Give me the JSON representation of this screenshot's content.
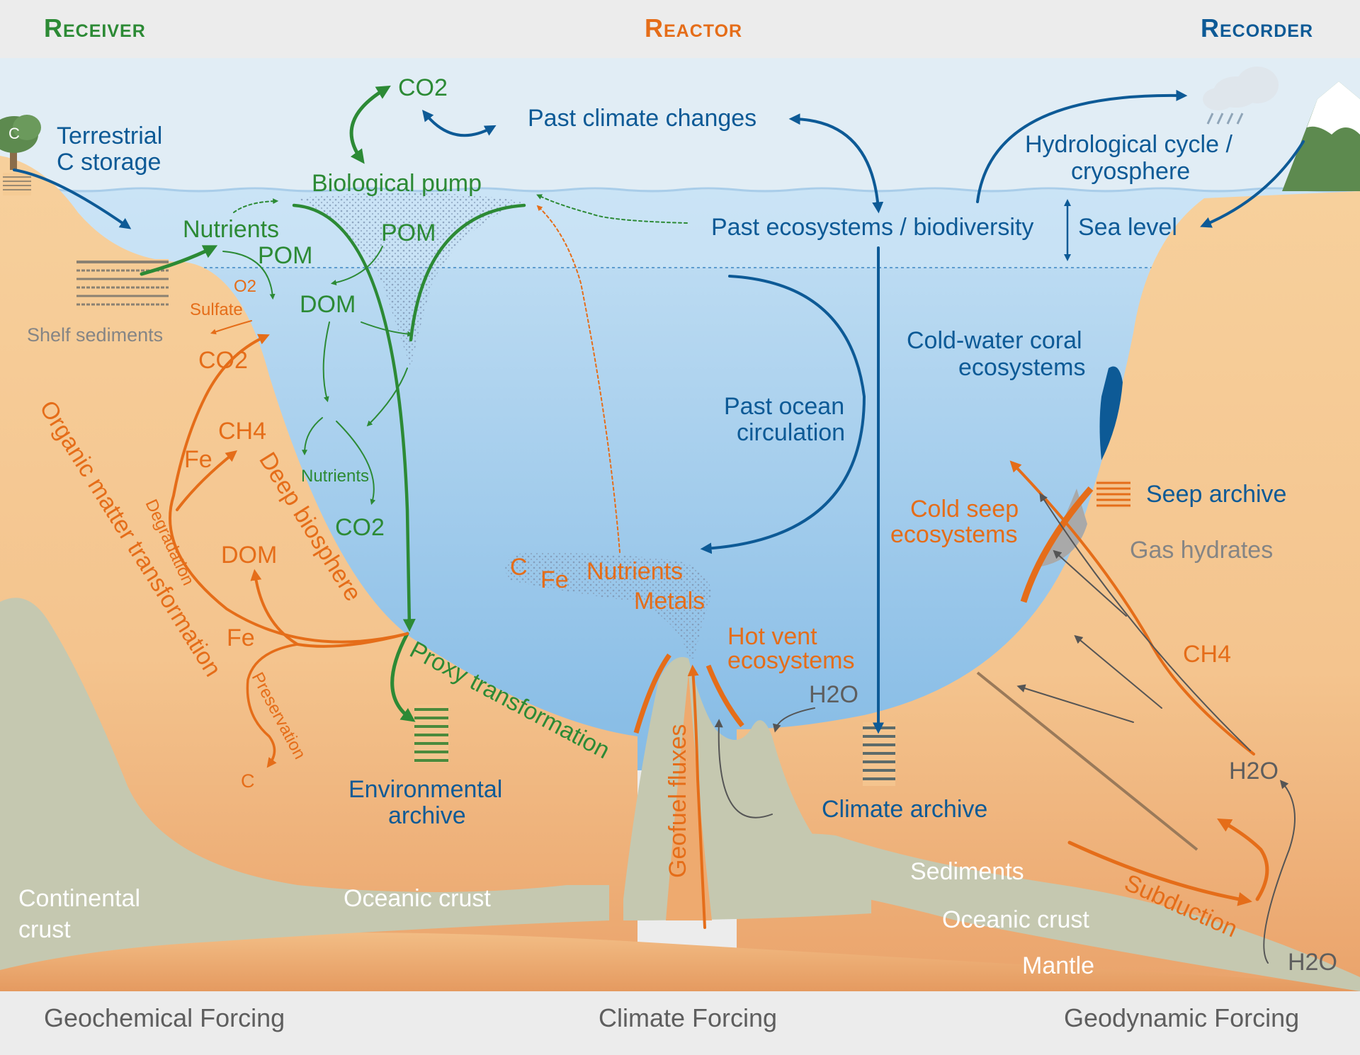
{
  "headers": {
    "receiver": "Receiver",
    "reactor": "Reactor",
    "recorder": "Recorder"
  },
  "footers": {
    "geochemical": "Geochemical Forcing",
    "climate": "Climate Forcing",
    "geodynamic": "Geodynamic Forcing"
  },
  "labels": {
    "co2_top": "CO2",
    "past_climate_changes": "Past climate changes",
    "terrestrial_c_storage_1": "Terrestrial",
    "terrestrial_c_storage_2": "C storage",
    "tree_c": "C",
    "hydrological_cycle_1": "Hydrological cycle /",
    "hydrological_cycle_2": "cryosphere",
    "biological_pump": "Biological pump",
    "nutrients": "Nutrients",
    "pom_left": "POM",
    "pom_center": "POM",
    "past_ecosystems": "Past ecosystems / biodiversity",
    "sea_level": "Sea level",
    "o2": "O2",
    "sulfate": "Sulfate",
    "dom_green": "DOM",
    "shelf_sediments": "Shelf sediments",
    "co2_shelf": "CO2",
    "cold_water_coral_1": "Cold-water coral",
    "cold_water_coral_2": "ecosystems",
    "organic_matter_transformation": "Organic matter transformation",
    "ch4_left": "CH4",
    "fe_upper": "Fe",
    "deep_biosphere": "Deep biosphere",
    "degradation": "Degradation",
    "nutrients_small": "Nutrients",
    "past_ocean_circulation_1": "Past ocean",
    "past_ocean_circulation_2": "circulation",
    "seep_archive": "Seep archive",
    "cold_seep_1": "Cold seep",
    "cold_seep_2": "ecosystems",
    "co2_deep": "CO2",
    "gas_hydrates": "Gas hydrates",
    "dom_orange": "DOM",
    "plume_c": "C",
    "plume_fe": "Fe",
    "plume_nutrients": "Nutrients",
    "plume_metals": "Metals",
    "hot_vent_1": "Hot vent",
    "hot_vent_2": "ecosystems",
    "fe_lower": "Fe",
    "ch4_right": "CH4",
    "preservation": "Preservation",
    "proxy_transformation": "Proxy transformation",
    "h2o_vent": "H2O",
    "c_bottom": "C",
    "environmental_archive_1": "Environmental",
    "environmental_archive_2": "archive",
    "geofuel_fluxes": "Geofuel fluxes",
    "climate_archive": "Climate archive",
    "h2o_right": "H2O",
    "sediments": "Sediments",
    "continental_crust_1": "Continental",
    "continental_crust_2": "crust",
    "oceanic_crust_left": "Oceanic crust",
    "oceanic_crust_right": "Oceanic crust",
    "subduction": "Subduction",
    "mantle": "Mantle",
    "h2o_bottom": "H2O"
  },
  "colors": {
    "receiver": "#2c8a35",
    "reactor": "#e56d19",
    "recorder": "#0d5a96",
    "sky": "#e1edf5",
    "ocean_deep": "#8ec0e6",
    "sediment": "#f5cb95",
    "crust": "#c5c8b0",
    "mantle": "#eba56a"
  }
}
